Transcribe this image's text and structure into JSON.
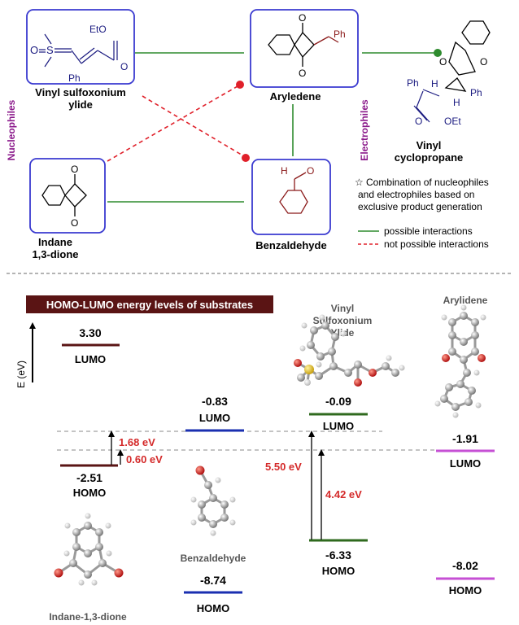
{
  "top": {
    "vinyl_ylide": {
      "name_line1": "Vinyl sulfoxonium",
      "name_line2": "ylide",
      "atom_o": "O",
      "atom_s": "S",
      "group_oet": "EtO",
      "group_ph": "Ph"
    },
    "arylidene": {
      "name": "Aryledene",
      "group_ph": "Ph"
    },
    "indane": {
      "name_line1": "Indane",
      "name_line2": "1,3-dione"
    },
    "benzaldehyde": {
      "name": "Benzaldehyde",
      "atom_h": "H"
    },
    "product": {
      "name_line1": "Vinyl",
      "name_line2": "cyclopropane",
      "ph1": "Ph",
      "ph2": "Ph",
      "h1": "H",
      "h2": "H",
      "oet": "OEt"
    },
    "side_left": "Nucleophiles",
    "side_right": "Electrophiles",
    "note_line1": "Combination of nucleophiles",
    "note_line2": "and electrophiles based on",
    "note_line3": "exclusive product generation",
    "legend_possible": "possible interactions",
    "legend_not_possible": "not possible interactions"
  },
  "bottom": {
    "banner": "HOMO-LUMO energy levels of substrates",
    "axis_label": "E (eV)",
    "levels": {
      "indane_lumo_value": "3.30",
      "indane_lumo_label": "LUMO",
      "indane_homo_value": "-2.51",
      "indane_homo_label": "HOMO",
      "benz_lumo_value": "-0.83",
      "benz_lumo_label": "LUMO",
      "benz_homo_value": "-8.74",
      "benz_homo_label": "HOMO",
      "ylide_lumo_value": "-0.09",
      "ylide_lumo_label": "LUMO",
      "ylide_homo_value": "-6.33",
      "ylide_homo_label": "HOMO",
      "aryl_lumo_value": "-1.91",
      "aryl_lumo_label": "LUMO",
      "aryl_homo_value": "-8.02",
      "aryl_homo_label": "HOMO"
    },
    "gaps": {
      "g1": "1.68 eV",
      "g2": "0.60 eV",
      "g3": "5.50 eV",
      "g4": "4.42 eV"
    },
    "mol_labels": {
      "ylide_line1": "Vinyl",
      "ylide_line2": "Sulfoxonium",
      "ylide_line3": "Ylide",
      "arylidene": "Arylidene",
      "benzaldehyde": "Benzaldehyde",
      "indane": "Indane-1,3-dione"
    }
  },
  "colors": {
    "box_blue": "#3a3ad0",
    "green": "#2e8b2e",
    "red": "#e0202a",
    "purple": "#8b1a8b",
    "maroon": "#5a1414",
    "benz_blue": "#1a2fb0",
    "ylide_green": "#2f6a1e",
    "aryl_magenta": "#c64fd4",
    "gap_red": "#d42a2a"
  }
}
